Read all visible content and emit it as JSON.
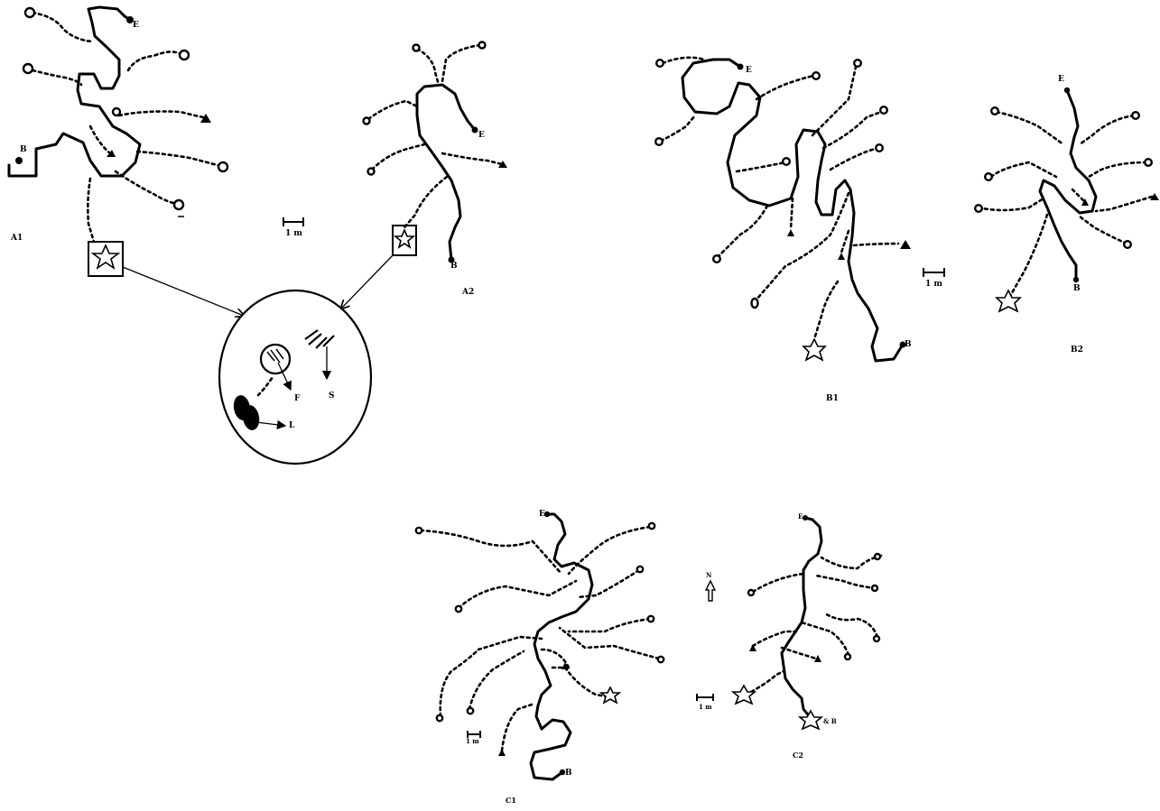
{
  "panels": {
    "a1": {
      "label": "A1",
      "start": "B",
      "end": "E"
    },
    "a2": {
      "label": "A2",
      "start": "B",
      "end": "E"
    },
    "b1": {
      "label": "B1",
      "start": "B",
      "end": "E"
    },
    "b2": {
      "label": "B2",
      "start": "B",
      "end": "E"
    },
    "c1": {
      "label": "C1",
      "start": "B",
      "end": "E"
    },
    "c2": {
      "label": "C2",
      "start": "& B",
      "end": "E"
    }
  },
  "scale_bar": {
    "label": "1 m"
  },
  "compass": {
    "label": "N"
  },
  "inset": {
    "labels": {
      "feces": "F",
      "lair": "L",
      "scratch": "S"
    }
  },
  "legend_symbols": {
    "open_circle": "circle-icon",
    "filled_triangle": "triangle-icon",
    "star": "star-icon"
  }
}
